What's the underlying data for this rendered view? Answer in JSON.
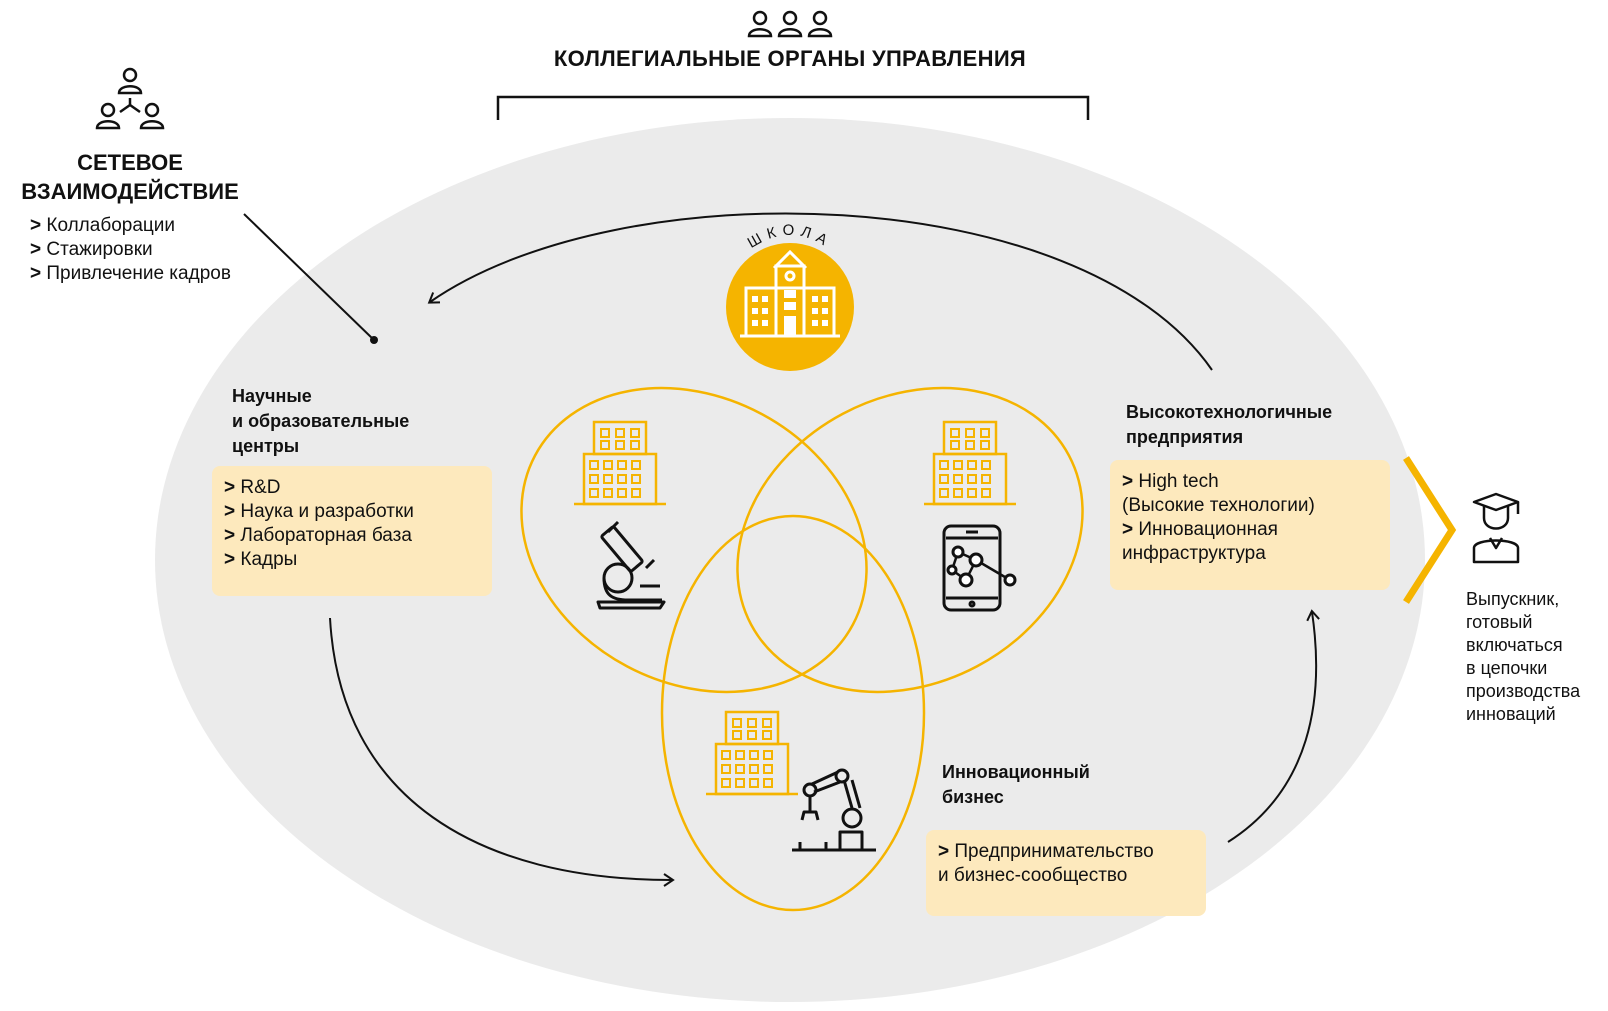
{
  "header": {
    "title": "КОЛЛЕГИАЛЬНЫЕ ОРГАНЫ УПРАВЛЕНИЯ",
    "icon": "three-people-icon"
  },
  "network": {
    "title_line1": "СЕТЕВОЕ",
    "title_line2": "ВЗАИМОДЕЙСТВИЕ",
    "icon": "network-people-icon",
    "items": [
      "Коллаборации",
      "Стажировки",
      "Привлечение кадров"
    ]
  },
  "school": {
    "label": "ШКОЛА",
    "icon": "school-building-icon",
    "accent": "#f5b400"
  },
  "science": {
    "label_line1": "Научные",
    "label_line2": "и образовательные",
    "label_line3": "центры",
    "items": [
      "R&D",
      "Наука и разработки",
      "Лабораторная база",
      "Кадры"
    ],
    "icon": "microscope-icon"
  },
  "hightech": {
    "label_line1": "Высокотехнологичные",
    "label_line2": "предприятия",
    "item1": "High tech",
    "item1_cont": "(Высокие технологии)",
    "item2": "Инновационная",
    "item2_cont": "инфраструктура",
    "icon": "smartphone-network-icon"
  },
  "business": {
    "label_line1": "Инновационный",
    "label_line2": "бизнес",
    "item1": "Предпринимательство",
    "item1_cont": "и бизнес-сообщество",
    "icon": "robot-arm-icon"
  },
  "graduate": {
    "icon": "graduate-icon",
    "lines": [
      "Выпускник,",
      "готовый",
      "включаться",
      "в цепочки",
      "производства",
      "инноваций"
    ]
  },
  "colors": {
    "accent": "#f5b400",
    "background_ellipse": "#ebebeb",
    "box_fill": "#fde9bd"
  }
}
